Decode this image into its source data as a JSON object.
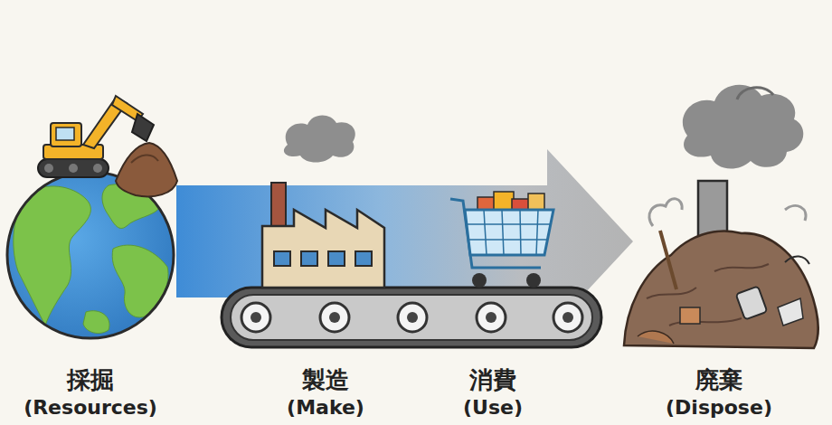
{
  "diagram": {
    "nodes": [
      {
        "text": [
          "採掘",
          "(Resources)"
        ]
      },
      {
        "text": [
          "製造",
          "(Make)"
        ]
      },
      {
        "text": [
          "消費",
          "(Use)"
        ]
      },
      {
        "text": [
          "廃棄",
          "(Dispose)"
        ]
      }
    ],
    "edges": [
      {
        "from": 0,
        "to": 3,
        "arrow": "to"
      }
    ]
  }
}
